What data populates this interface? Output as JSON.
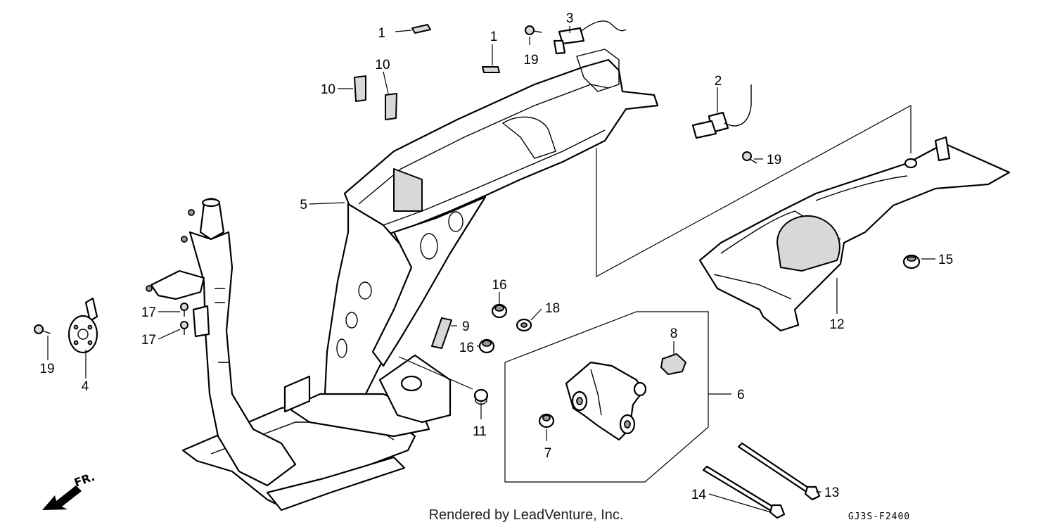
{
  "diagram": {
    "callouts": [
      {
        "id": "c1a",
        "number": "1"
      },
      {
        "id": "c1b",
        "number": "1"
      },
      {
        "id": "c2",
        "number": "2"
      },
      {
        "id": "c3",
        "number": "3"
      },
      {
        "id": "c4",
        "number": "4"
      },
      {
        "id": "c5",
        "number": "5"
      },
      {
        "id": "c6",
        "number": "6"
      },
      {
        "id": "c7",
        "number": "7"
      },
      {
        "id": "c8",
        "number": "8"
      },
      {
        "id": "c9",
        "number": "9"
      },
      {
        "id": "c10a",
        "number": "10"
      },
      {
        "id": "c10b",
        "number": "10"
      },
      {
        "id": "c11",
        "number": "11"
      },
      {
        "id": "c12",
        "number": "12"
      },
      {
        "id": "c13",
        "number": "13"
      },
      {
        "id": "c14",
        "number": "14"
      },
      {
        "id": "c15",
        "number": "15"
      },
      {
        "id": "c16a",
        "number": "16"
      },
      {
        "id": "c16b",
        "number": "16"
      },
      {
        "id": "c17a",
        "number": "17"
      },
      {
        "id": "c17b",
        "number": "17"
      },
      {
        "id": "c18",
        "number": "18"
      },
      {
        "id": "c19a",
        "number": "19"
      },
      {
        "id": "c19b",
        "number": "19"
      },
      {
        "id": "c19c",
        "number": "19"
      }
    ],
    "direction_label": "FR.",
    "credit": "Rendered by LeadVenture, Inc.",
    "diagram_code": "GJ3S-F2400"
  }
}
